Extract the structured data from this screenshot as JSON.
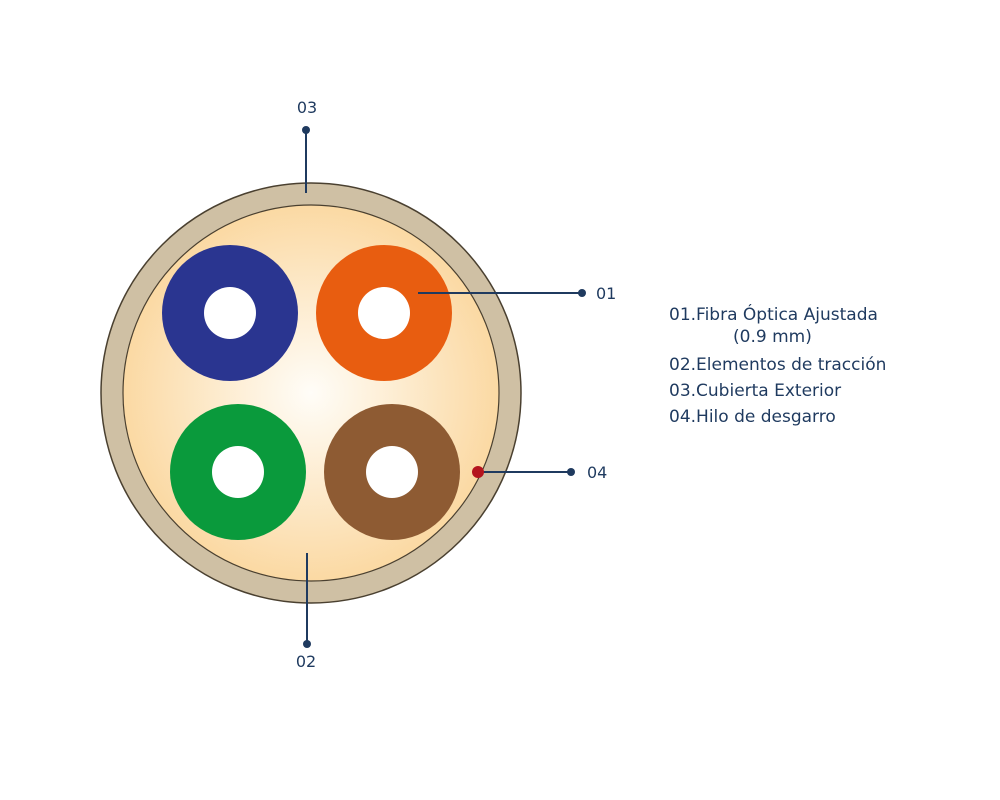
{
  "colors": {
    "jacket": "#cfc0a4",
    "jacket_stroke": "#4a4030",
    "filler_center": "#fffdf8",
    "filler_edge": "#fbd9a3",
    "fiber_blue": "#2a3590",
    "fiber_orange": "#e85d10",
    "fiber_green": "#0a9a3c",
    "fiber_brown": "#8e5b33",
    "leader_line": "#1f3a5f",
    "ripcord": "#b4141e"
  },
  "callouts": {
    "c01": "01",
    "c02": "02",
    "c03": "03",
    "c04": "04"
  },
  "legend": {
    "item01": "01.Fibra Óptica Ajustada",
    "item01_sub": "(0.9 mm)",
    "item02": "02.Elementos de tracción",
    "item03": "03.Cubierta Exterior",
    "item04": "04.Hilo de desgarro"
  }
}
